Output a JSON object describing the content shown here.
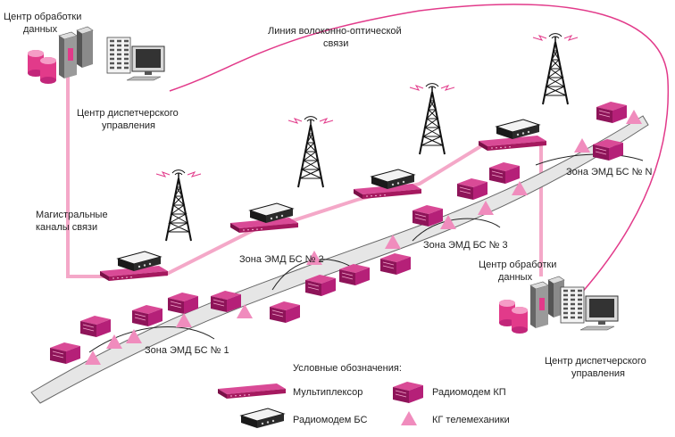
{
  "colors": {
    "link": "#f4a8c8",
    "fiber": "#e23a8a",
    "mux_top": "#c2267a",
    "mux_side": "#8e1459",
    "modem_kp": "#b52078",
    "triangle": "#f08cbd",
    "road_fill": "#e6e6e6",
    "road_edge": "#666666"
  },
  "labels": {
    "center_processing_tl": [
      "Центр обработки",
      "данных"
    ],
    "center_dispatch_tl": [
      "Центр диспетчерского",
      "управления"
    ],
    "fiber_line": [
      "Линия волоконно-оптической",
      "связи"
    ],
    "trunk_channels": [
      "Магистральные",
      "каналы связи"
    ],
    "zone_1": "Зона ЭМД БС № 1",
    "zone_2": "Зона ЭМД БС № 2",
    "zone_3": "Зона ЭМД БС № 3",
    "zone_n": "Зона ЭМД БС № N",
    "center_processing_br": [
      "Центр обработки",
      "данных"
    ],
    "center_dispatch_br": [
      "Центр диспетчерского",
      "управления"
    ]
  },
  "legend": {
    "title": "Условные обозначения:",
    "multiplexer": "Мультиплексор",
    "modem_bs": "Радиомодем БС",
    "modem_kp": "Радиомодем КП",
    "kg": "КГ телемеханики"
  }
}
